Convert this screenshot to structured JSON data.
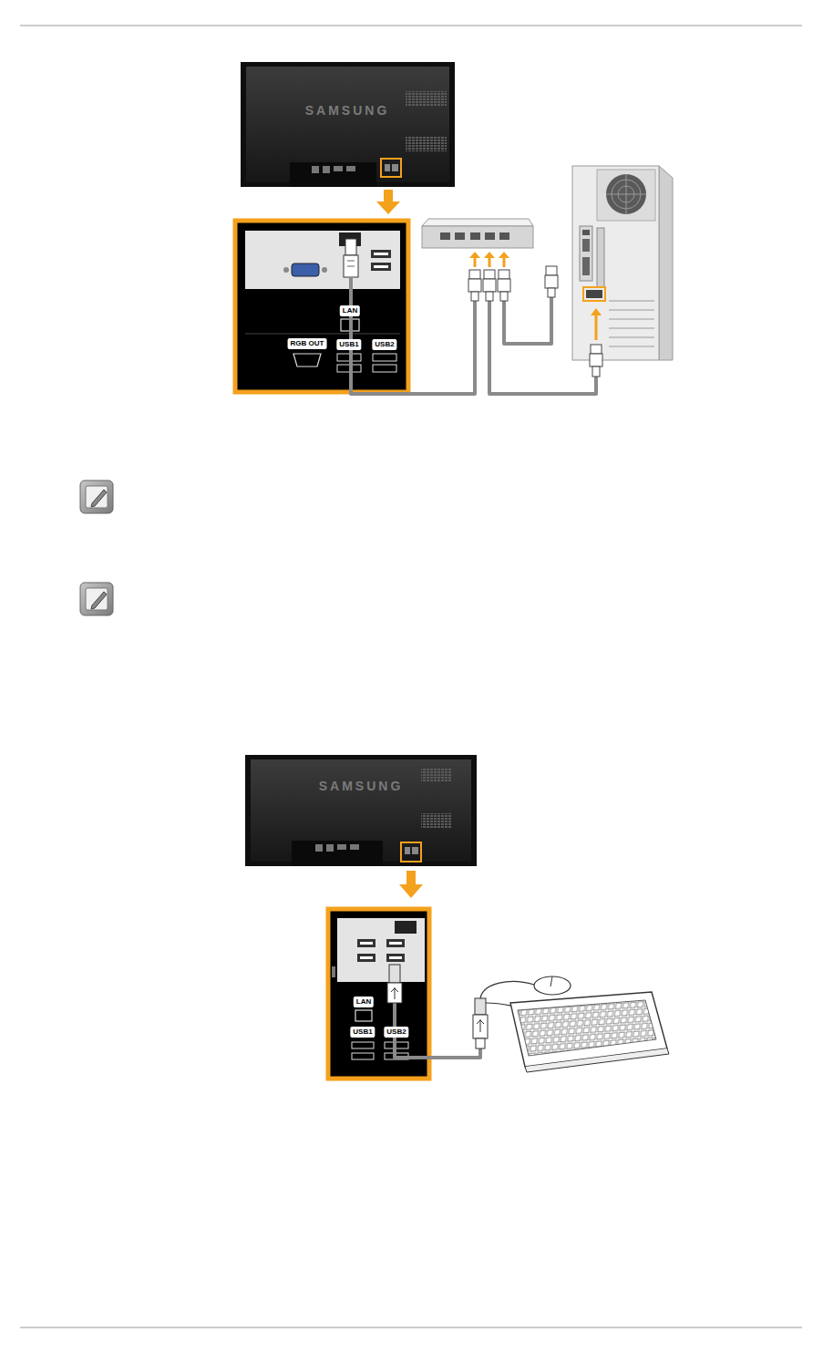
{
  "diagram": {
    "labels": [
      "SAMSUNG",
      "LAN",
      "RGB OUT",
      "USB1",
      "USB2",
      "SAMSUNG",
      "LAN",
      "USB1",
      "USB2"
    ]
  }
}
